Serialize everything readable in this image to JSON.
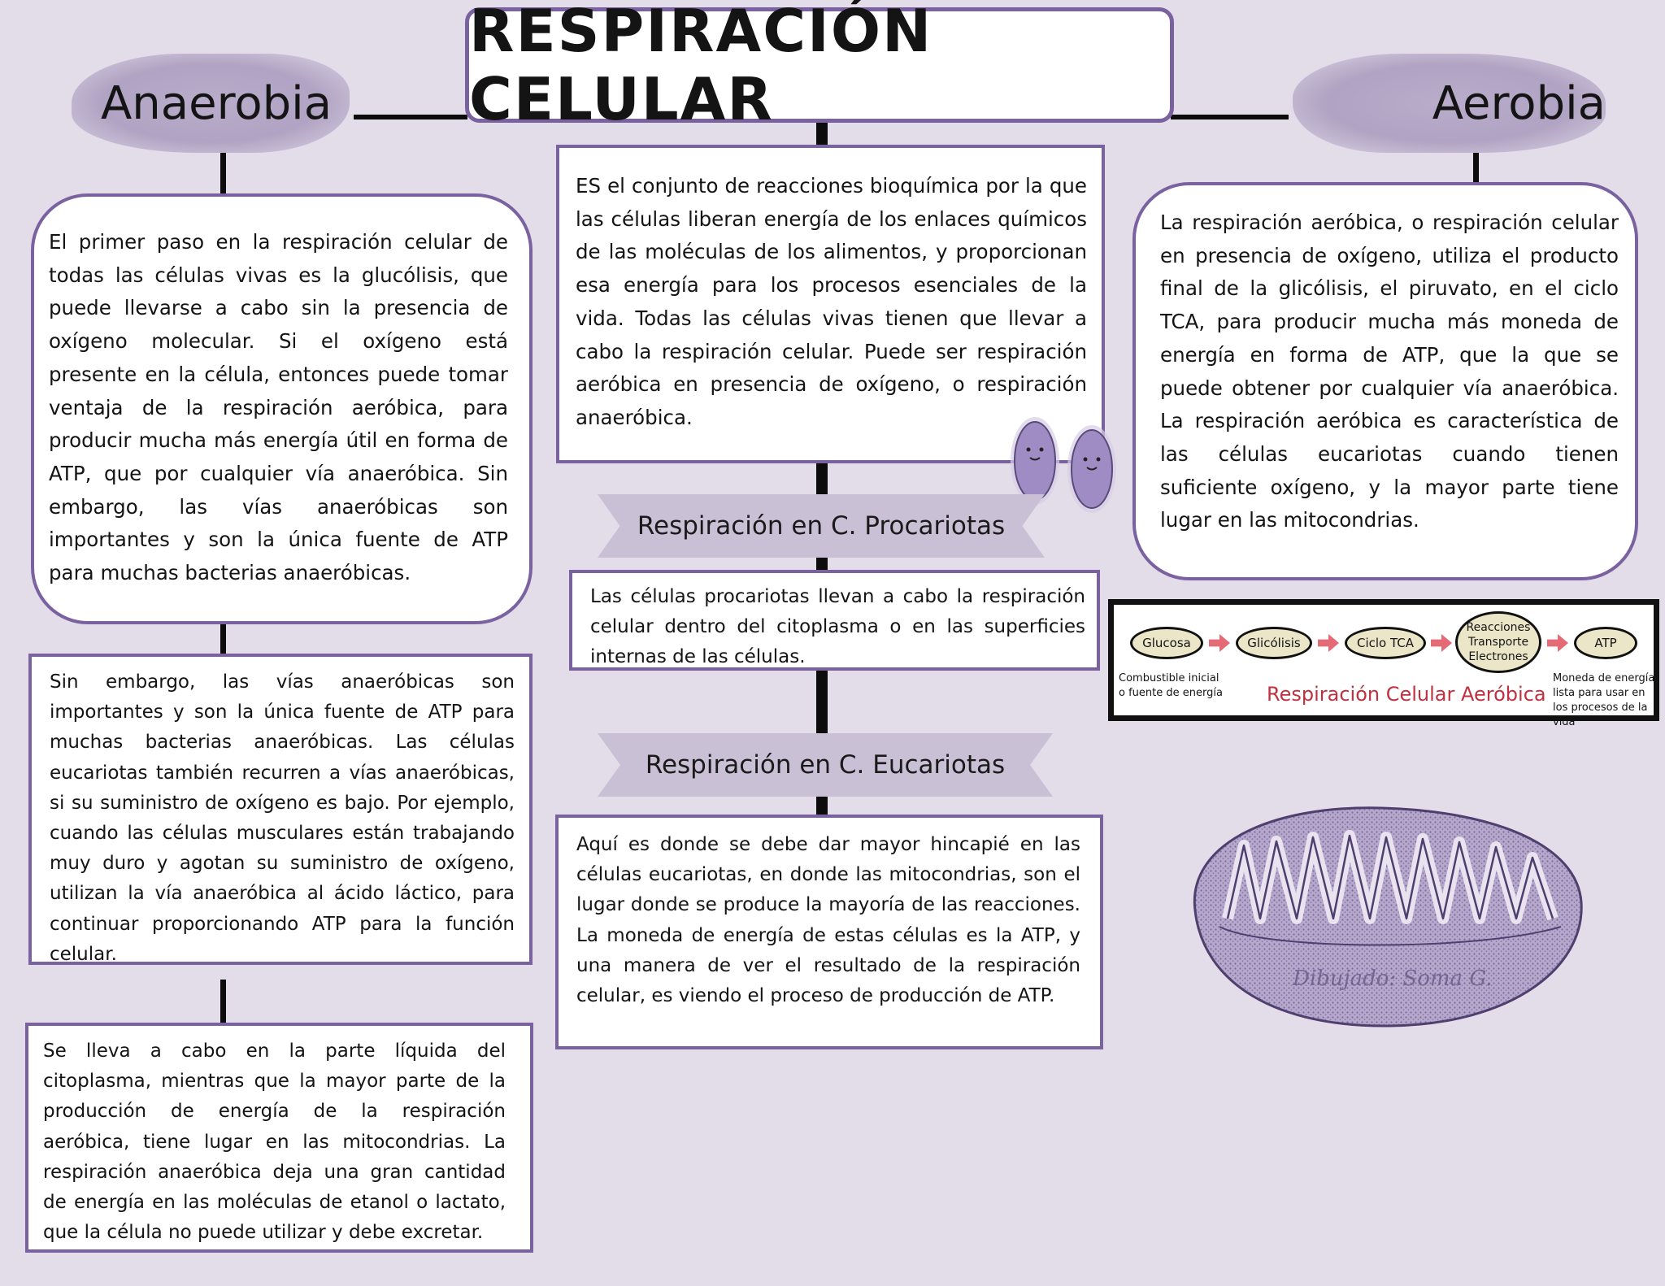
{
  "title": "RESPIRACIÓN CELULAR",
  "left_heading": "Anaerobia",
  "right_heading": "Aerobia",
  "definition": "ES el conjunto de reacciones bioquímica por la que las células liberan energía de los enlaces químicos de las moléculas de los alimentos, y proporcionan esa energía para los procesos esenciales de la vida. Todas las células vivas tienen que llevar a cabo la respiración celular. Puede ser respiración aeróbica en presencia de oxígeno, o respiración anaeróbica.",
  "anaerobia": {
    "block1": "El primer paso en la respiración celular de todas las células vivas es la glucólisis, que puede llevarse a cabo sin la presencia de oxígeno molecular. Si el oxígeno está presente en la célula, entonces puede tomar ventaja de la respiración aeróbica, para producir mucha más energía útil en forma de ATP, que por cualquier vía anaeróbica. Sin embargo, las vías anaeróbicas son importantes y son la única fuente de ATP para muchas bacterias anaeróbicas.",
    "block2": "Sin embargo, las vías anaeróbicas son importantes y son la única fuente de ATP para muchas bacterias anaeróbicas. Las células eucariotas también recurren a vías anaeróbicas, si su suministro de oxígeno es bajo. Por ejemplo, cuando las células musculares están trabajando muy duro y agotan su suministro de oxígeno, utilizan la vía anaeróbica al ácido láctico, para continuar proporcionando ATP para la función celular.",
    "block3": "Se lleva a cabo en la parte líquida del citoplasma, mientras que la mayor parte de la producción de energía de la respiración aeróbica, tiene lugar en las mitocondrias. La respiración anaeróbica deja una gran cantidad de energía en las moléculas de etanol o lactato, que la célula no puede utilizar y debe excretar."
  },
  "procariotas": {
    "ribbon": "Respiración en C. Procariotas",
    "text": "Las células procariotas llevan a cabo la respiración celular dentro del citoplasma o en las superficies internas de las células."
  },
  "eucariotas": {
    "ribbon": "Respiración en C. Eucariotas",
    "text": "Aquí es donde se debe dar mayor hincapié en las células eucariotas, en donde las mitocondrias, son el lugar donde se produce la mayoría de las reacciones. La moneda de energía de estas células es la ATP, y una manera de ver el resultado de la respiración celular, es viendo el proceso de producción de ATP."
  },
  "aerobia": {
    "text": "La respiración aeróbica, o respiración celular en presencia de oxígeno, utiliza el producto final de la glicólisis, el piruvato, en el ciclo TCA, para producir mucha más moneda de energía en forma de ATP, que la que se puede obtener por cualquier vía anaeróbica. La respiración aeróbica es característica de las células eucariotas cuando tienen suficiente oxígeno, y la mayor parte tiene lugar en las mitocondrias."
  },
  "flowchart": {
    "nodes": [
      "Glucosa",
      "Glicólisis",
      "Ciclo TCA",
      "Reacciones Transporte Electrones",
      "ATP"
    ],
    "note_left": "Combustible inicial o fuente de energía",
    "caption": "Respiración Celular Aeróbica",
    "note_right": "Moneda de energía lista para usar en los procesos de la vida",
    "caption_color": "#c0303e"
  },
  "mitochondria_signature": "Dibujado: Soma G.",
  "colors": {
    "background": "#e3dde9",
    "border": "#7a62a0",
    "ribbon": "#c9c0d6",
    "brush": "#b3a6c6"
  }
}
